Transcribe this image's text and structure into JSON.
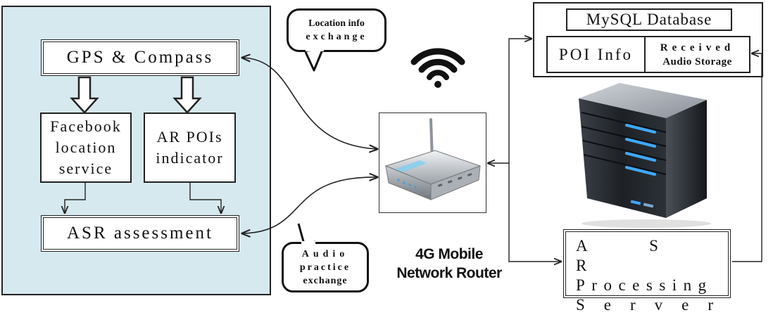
{
  "mobile_client": {
    "gps": "GPS & Compass",
    "facebook": [
      "Facebook",
      "location",
      "service"
    ],
    "ar": [
      "AR POIs",
      "indicator"
    ],
    "asr": "ASR assessment"
  },
  "callouts": {
    "location": [
      "Location info",
      "exchange"
    ],
    "audio": [
      "Audio",
      "practice",
      "exchange"
    ]
  },
  "router": {
    "label": [
      "4G Mobile",
      "Network Router"
    ]
  },
  "database": {
    "title": "MySQL Database",
    "poi": "POI Info",
    "audio": [
      "Received",
      "Audio Storage"
    ]
  },
  "asr_server": [
    "A S R",
    "Processing",
    "Server"
  ],
  "colors": {
    "panel_bg": "#d6e9ef",
    "line": "#222222",
    "server_led": "#3fa8ff"
  },
  "icons": [
    "wifi-icon",
    "router-icon",
    "server-icon"
  ]
}
